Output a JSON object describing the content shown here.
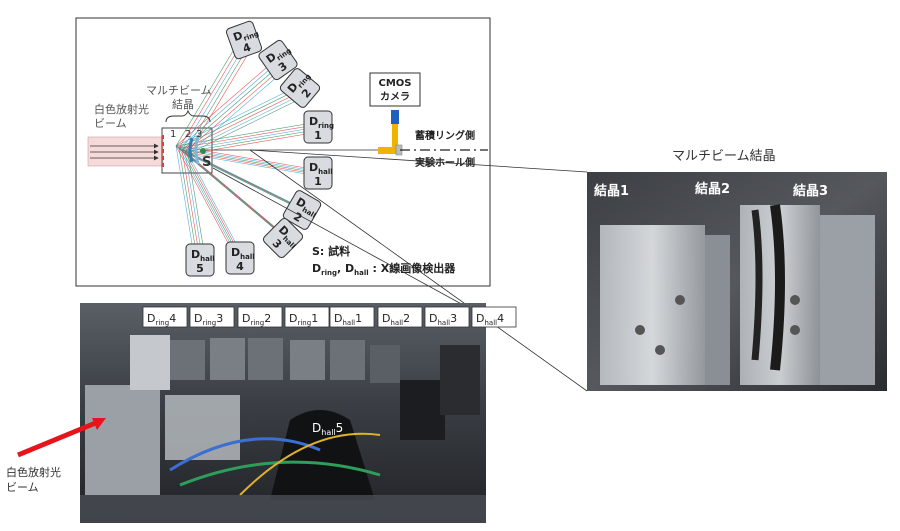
{
  "schematic": {
    "beam_label_line1": "白色放射光",
    "beam_label_line2": "ビーム",
    "crystal_group_line1": "マルチビーム",
    "crystal_group_line2": "結晶",
    "crystal_numbers": [
      "1",
      "2",
      "3"
    ],
    "sample_marker": "S",
    "cmos_line1": "CMOS",
    "cmos_line2": "カメラ",
    "ring_side": "蓄積リング側",
    "hall_side": "実験ホール側",
    "legend_sample": "S: 試料",
    "legend_detectors_suffix": " : X線画像検出器",
    "ring_detectors": [
      {
        "main": "D",
        "sub": "ring",
        "num": "4"
      },
      {
        "main": "D",
        "sub": "ring",
        "num": "3"
      },
      {
        "main": "D",
        "sub": "ring",
        "num": "2"
      },
      {
        "main": "D",
        "sub": "ring",
        "num": "1"
      }
    ],
    "hall_detectors": [
      {
        "main": "D",
        "sub": "hall",
        "num": "1"
      },
      {
        "main": "D",
        "sub": "hall",
        "num": "2"
      },
      {
        "main": "D",
        "sub": "hall",
        "num": "3"
      },
      {
        "main": "D",
        "sub": "hall",
        "num": "4"
      },
      {
        "main": "D",
        "sub": "hall",
        "num": "5"
      }
    ]
  },
  "crystal_photo": {
    "title": "マルチビーム結晶",
    "labels": [
      "結晶1",
      "結晶2",
      "結晶3"
    ]
  },
  "lab_photo": {
    "detector_labels": [
      {
        "main": "D",
        "sub": "ring",
        "num": "4"
      },
      {
        "main": "D",
        "sub": "ring",
        "num": "3"
      },
      {
        "main": "D",
        "sub": "ring",
        "num": "2"
      },
      {
        "main": "D",
        "sub": "ring",
        "num": "1"
      },
      {
        "main": "D",
        "sub": "hall",
        "num": "1"
      },
      {
        "main": "D",
        "sub": "hall",
        "num": "2"
      },
      {
        "main": "D",
        "sub": "hall",
        "num": "3"
      },
      {
        "main": "D",
        "sub": "hall",
        "num": "4"
      }
    ],
    "hall5": {
      "main": "D",
      "sub": "hall",
      "num": "5"
    },
    "beam_label_line1": "白色放射光",
    "beam_label_line2": "ビーム"
  },
  "colors": {
    "ring_ray": "#e23b3b",
    "green_ray": "#2e8b57",
    "blue_ray": "#3aa0d8",
    "arrow_red": "#e8141b",
    "beam_pink": "#f6d9d9",
    "cmos_blue": "#1f5fbf",
    "cmos_yellow": "#f0b400"
  }
}
